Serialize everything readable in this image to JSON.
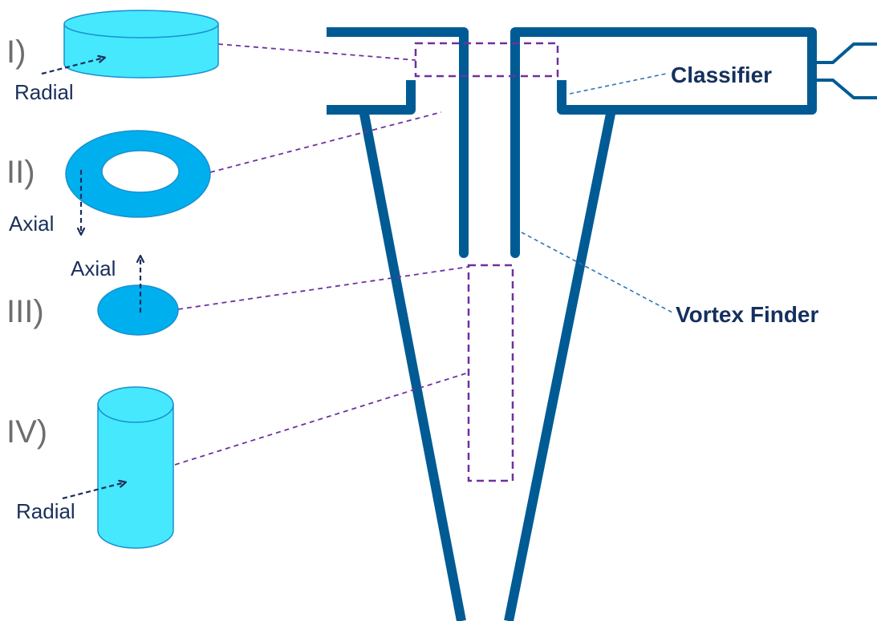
{
  "regions": [
    {
      "numeral": "I)",
      "flow_label": "Radial"
    },
    {
      "numeral": "II)",
      "flow_label": "Axial"
    },
    {
      "numeral": "III)",
      "flow_label": "Axial"
    },
    {
      "numeral": "IV)",
      "flow_label": "Radial"
    }
  ],
  "callouts": {
    "classifier": "Classifier",
    "vortex_finder": "Vortex Finder"
  },
  "colors": {
    "cyclone_wall": "#005b94",
    "cylinder_fill": "#45e8fd",
    "annulus_fill": "#00b0ee",
    "shape_outline": "#1a8fd0",
    "dashed_region": "#7030a0",
    "leader_line": "#2e75b6",
    "flow_arrow": "#1a2f5c",
    "numeral_text": "#6e6e6e",
    "callout_text": "#15305e"
  }
}
